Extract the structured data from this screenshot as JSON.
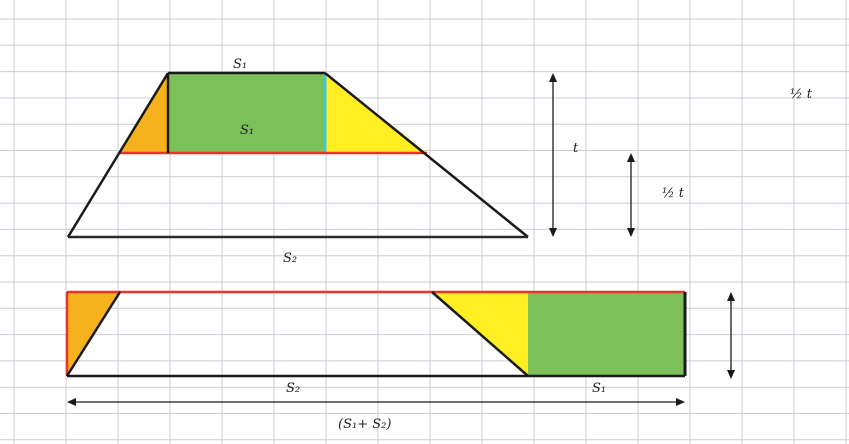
{
  "labels": {
    "top_s1": "S₁",
    "inner_s1": "S₁",
    "bottom_s2": "S₂",
    "height_t": "t",
    "half_t_inner": "½ t",
    "half_t_right": "½ t",
    "lower_s2": "S₂",
    "lower_s1": "S₁",
    "span": "(S₁+ S₂)"
  },
  "colors": {
    "grid": "#c9cdd6",
    "green": "#7cc05a",
    "yellow": "#ffee22",
    "orange": "#f5b21c",
    "red": "#e8342a",
    "dark": "#1a1a1a",
    "cyan": "#3fc7d8"
  }
}
